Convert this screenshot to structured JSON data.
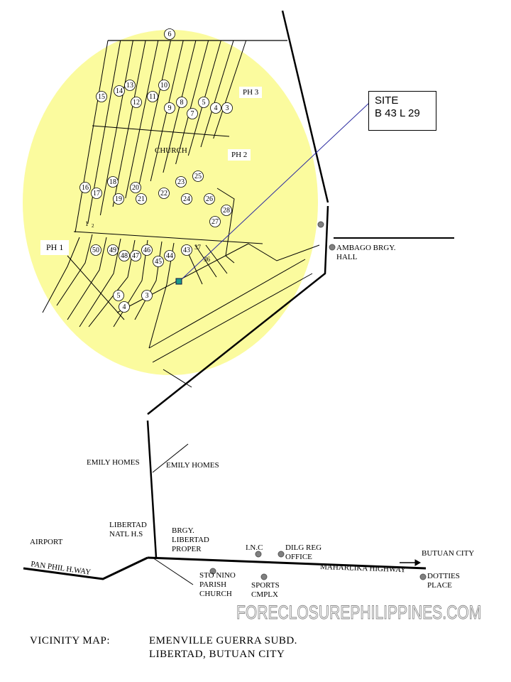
{
  "map": {
    "site_box": {
      "line1": "SITE",
      "line2": "B 43 L 29"
    },
    "phases": [
      "PH 3",
      "PH 2",
      "PH 1"
    ],
    "church_label": "CHURCH",
    "lots": [
      "6",
      "15",
      "14",
      "13",
      "12",
      "11",
      "10",
      "9",
      "8",
      "7",
      "5",
      "4",
      "3",
      "16",
      "17",
      "18",
      "19",
      "20",
      "21",
      "22",
      "23",
      "24",
      "25",
      "26",
      "28",
      "27",
      "50",
      "49",
      "48",
      "47",
      "46",
      "45",
      "44",
      "43",
      "5",
      "4",
      "3"
    ],
    "small_lot_numbers": [
      "1",
      "2",
      "37",
      "36"
    ],
    "landmarks": {
      "ambago": "AMBAGO BRGY.\nHALL",
      "emily_homes_1": "EMILY HOMES",
      "emily_homes_2": "EMILY HOMES",
      "libertad_nhs": "LIBERTAD\nNATL H.S",
      "airport": "AIRPORT",
      "brgy_libertad": "BRGY.\nLIBERTAD\nPROPER",
      "inc": "I.N.C",
      "dilg": "DILG REG\nOFFICE",
      "butuan_city": "BUTUAN CITY",
      "pan_phil": "PAN PHIL H.WAY",
      "maharlika": "MAHARLIKA HIGHWAY",
      "sto_nino": "STO NINO\nPARISH\nCHURCH",
      "sports": "SPORTS\nCMPLX",
      "dotties": "DOTTIES\nPLACE"
    },
    "watermark": "FORECLOSUREPHILIPPINES.COM",
    "footer": {
      "label": "VICINITY MAP:",
      "line1": "EMENVILLE GUERRA SUBD.",
      "line2": "LIBERTAD, BUTUAN CITY"
    },
    "colors": {
      "highlight": "#fbfb9e",
      "site_marker": "#1a9a8a",
      "pointer": "#2a2aa0",
      "landmark_dot": "#808080"
    }
  }
}
